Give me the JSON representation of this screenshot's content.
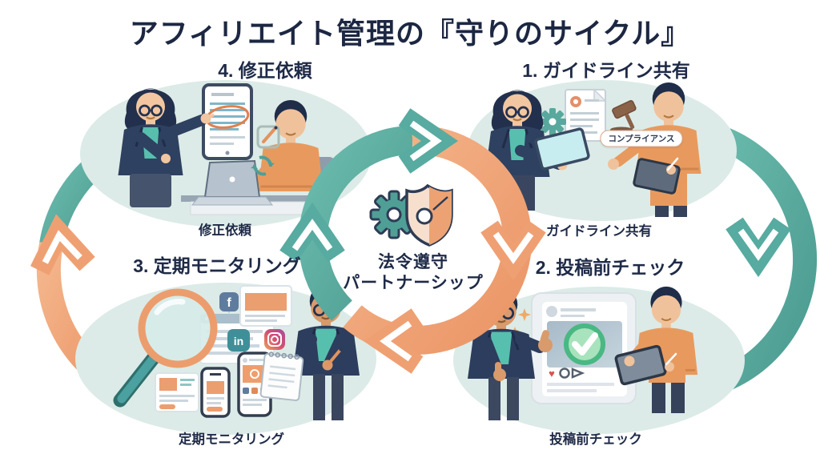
{
  "title": "アフィリエイト管理の『守りのサイクル』",
  "center": {
    "line1": "法令遵守",
    "line2": "パートナーシップ",
    "icon": "gear-shield-icon"
  },
  "steps": [
    {
      "num": "1",
      "heading": "1. ガイドライン共有",
      "caption": "ガイドライン共有"
    },
    {
      "num": "2",
      "heading": "2. 投稿前チェック",
      "caption": "投稿前チェック"
    },
    {
      "num": "3",
      "heading": "3. 定期モニタリング",
      "caption": "定期モニタリング"
    },
    {
      "num": "4",
      "heading": "4. 修正依頼",
      "caption": "修正依頼"
    }
  ],
  "compliance_tag": "コンプライアンス",
  "icons": {
    "facebook": "f",
    "linkedin": "in",
    "heart": "♥"
  },
  "colors": {
    "navy_text": "#1e2a47",
    "teal_arc": "#57aba0",
    "orange_arc": "#efa073",
    "blob": "#dcebe7",
    "check_green": "#49b883",
    "sweater_orange": "#e89a5e",
    "blazer_navy": "#2e4160",
    "shirt_teal": "#57bfae"
  }
}
